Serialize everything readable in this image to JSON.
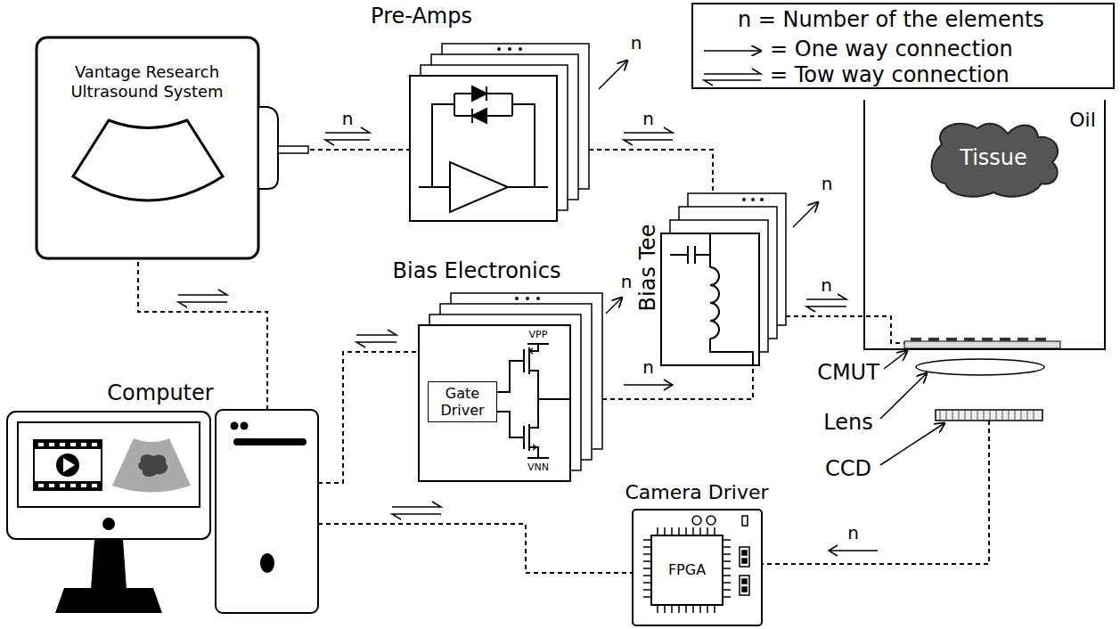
{
  "diagram": {
    "nodes": [
      {
        "text": [
          "Vantage Research Ultrasound System"
        ]
      },
      {
        "text": [
          "Pre-Amps"
        ]
      },
      {
        "text": [
          "Bias Electronics"
        ]
      },
      {
        "text": [
          "Gate Driver"
        ],
        "in": 2
      },
      {
        "text": [
          "Bias Tee"
        ]
      },
      {
        "text": [
          "Oil"
        ]
      },
      {
        "text": [
          "Tissue"
        ],
        "in": 5
      },
      {
        "text": [
          "CMUT"
        ]
      },
      {
        "text": [
          "CCD"
        ]
      },
      {
        "text": [
          "Computer"
        ]
      },
      {
        "text": [
          "Camera Driver"
        ]
      },
      {
        "text": [
          "FPGA"
        ],
        "in": 10
      }
    ],
    "edges": [
      {
        "from": 0,
        "to": 1,
        "arrow": "both",
        "label": "n"
      },
      {
        "from": 1,
        "to": 4,
        "arrow": "both",
        "label": "n"
      },
      {
        "from": 2,
        "to": 4,
        "arrow": "to",
        "label": "n"
      },
      {
        "from": 4,
        "to": 7,
        "arrow": "both",
        "label": "n"
      },
      {
        "from": 9,
        "to": 0,
        "arrow": "both"
      },
      {
        "from": 9,
        "to": 2,
        "arrow": "both"
      },
      {
        "from": 9,
        "to": 10,
        "arrow": "both"
      },
      {
        "from": 8,
        "to": 10,
        "arrow": "to",
        "label": "n"
      }
    ],
    "labels": [
      "n",
      "n",
      "n",
      "VPP",
      "VNN",
      "Lens"
    ],
    "legend": [
      {
        "text": "n = Number of the elements"
      },
      {
        "text": "= One way connection"
      },
      {
        "text": "= Tow way connection"
      }
    ]
  }
}
